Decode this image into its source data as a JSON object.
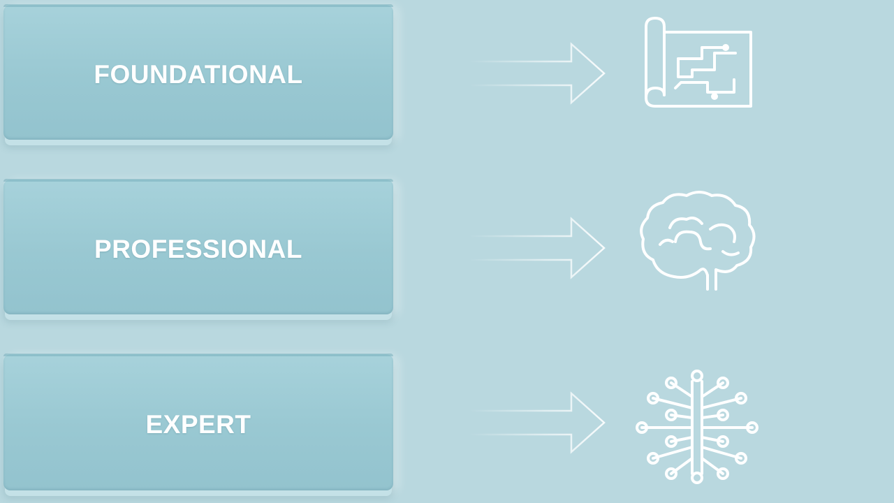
{
  "levels": [
    {
      "label": "FOUNDATIONAL",
      "icon": "blueprint-icon"
    },
    {
      "label": "PROFESSIONAL",
      "icon": "brain-icon"
    },
    {
      "label": "EXPERT",
      "icon": "neural-network-icon"
    }
  ],
  "colors": {
    "background": "#b9d8df",
    "card": "#9dcbd5",
    "text": "#ffffff",
    "line": "#ffffff"
  }
}
